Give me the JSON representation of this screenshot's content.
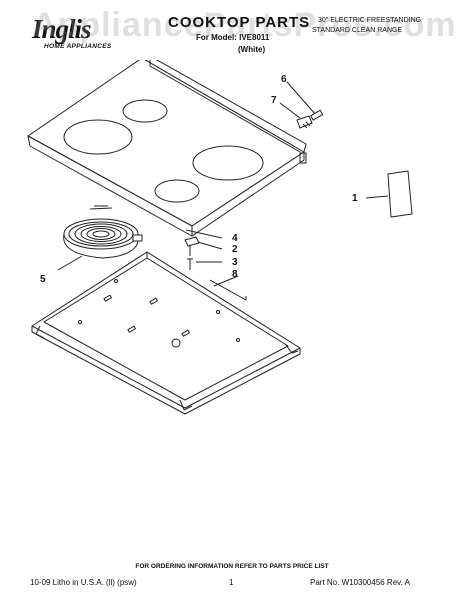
{
  "header": {
    "brand": "Inglis",
    "brand_tagline": "HOME APPLIANCES",
    "title": "COOKTOP PARTS",
    "model_line": "For Model: IVE8011",
    "variant": "(White)",
    "note_line_1": "30\" ELECTRIC FREESTANDING",
    "note_line_2": "STANDARD CLEAN RANGE"
  },
  "watermark": "AppliancePartsPros.com",
  "callouts": [
    "1",
    "2",
    "3",
    "4",
    "5",
    "6",
    "7",
    "8"
  ],
  "footer": {
    "ordering_info": "FOR ORDERING INFORMATION REFER TO PARTS PRICE LIST",
    "litho": "10-09 Litho in U.S.A. (ll) (psw)",
    "page_number": "1",
    "part_number": "Part No. W10300456 Rev. A"
  }
}
